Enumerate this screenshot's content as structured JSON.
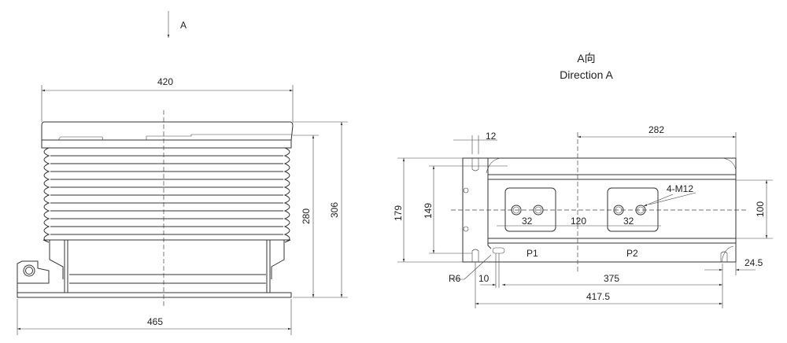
{
  "view_arrow_label": "A",
  "direction_title_cn": "A向",
  "direction_title_en": "Direction A",
  "side_view": {
    "dim_width_top": "420",
    "dim_width_base": "465",
    "dim_height_inner": "280",
    "dim_height_total": "306"
  },
  "base_view": {
    "dim_slot": "12",
    "dim_offset": "282",
    "dim_height_total": "179",
    "dim_height_mount": "149",
    "dim_band": "100",
    "terminal_spacing_p1": "32",
    "terminal_spacing_p2": "32",
    "dim_terminal_pitch": "120",
    "hole_callout": "4-M12",
    "radius_callout": "R6",
    "dim_10": "10",
    "dim_375": "375",
    "dim_417_5": "417.5",
    "dim_24_5": "24.5",
    "terminal_p1": "P1",
    "terminal_p2": "P2"
  }
}
